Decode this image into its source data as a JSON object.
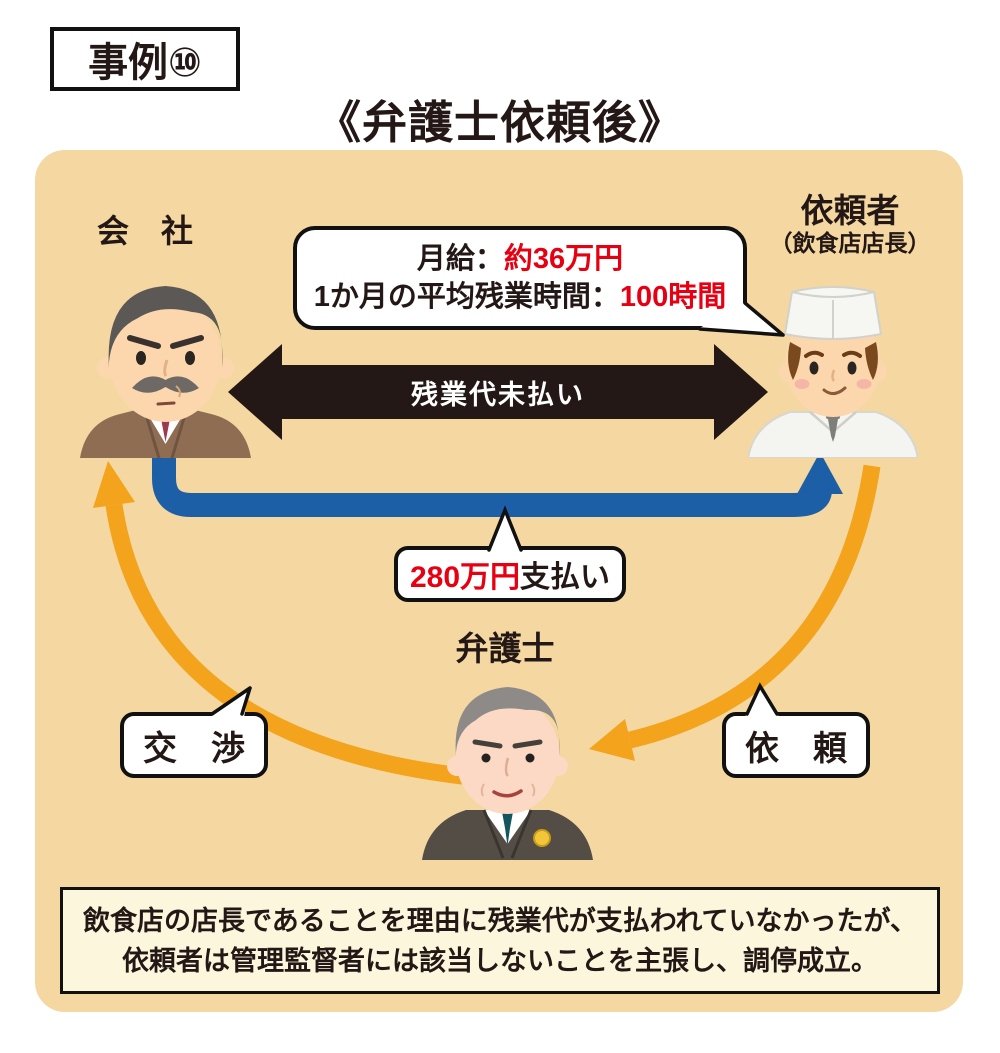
{
  "badge": {
    "label": "事例⑩"
  },
  "title": "《弁護士依頼後》",
  "actors": {
    "company": {
      "label": "会　社"
    },
    "client": {
      "label": "依頼者",
      "sublabel": "（飲食店店長）"
    },
    "lawyer": {
      "label": "弁護士"
    }
  },
  "salary_bubble": {
    "line1_label": "月給：",
    "line1_value": "約36万円",
    "line2_label": "1か月の平均残業時間：",
    "line2_value": "100時間"
  },
  "unpaid_arrow": {
    "label": "残業代未払い"
  },
  "payment_bubble": {
    "value": "280万円",
    "suffix": "支払い"
  },
  "negotiation_bubble": {
    "label": "交　渉"
  },
  "request_bubble": {
    "label": "依　頼"
  },
  "summary_box": {
    "line1": "飲食店の店長であることを理由に残業代が支払われていなかったが、",
    "line2": "依頼者は管理監督者には該当しないことを主張し、調停成立。"
  },
  "colors": {
    "panel_bg": "#f4d7a1",
    "accent_red": "#e60012",
    "arrow_black": "#231815",
    "arrow_blue": "#1d5fa6",
    "arrow_orange": "#f3a31c",
    "summary_bg": "#fcf6dc"
  }
}
